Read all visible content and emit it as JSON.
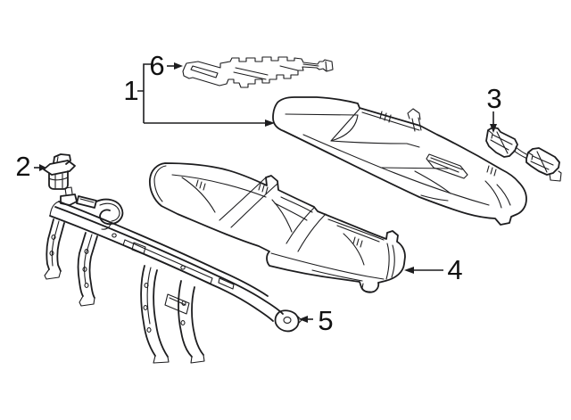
{
  "figure": {
    "background": "#ffffff",
    "stroke_color": "#1d1d1f",
    "callouts": {
      "c1": "1",
      "c2": "2",
      "c3": "3",
      "c4": "4",
      "c5": "5",
      "c6": "6"
    }
  }
}
